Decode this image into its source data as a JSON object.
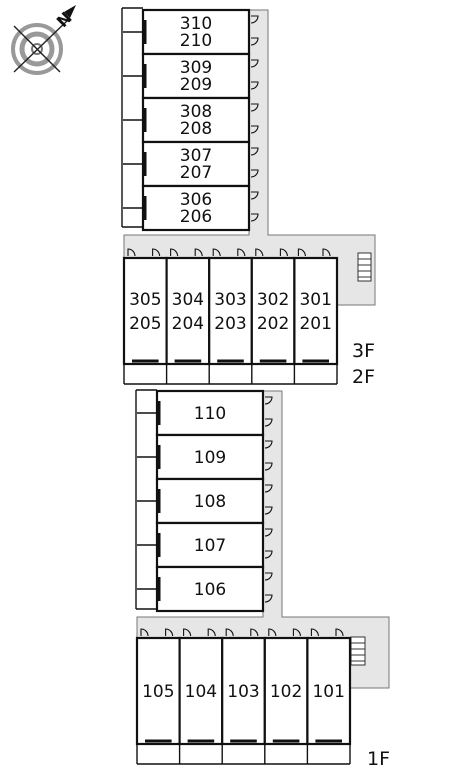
{
  "compass": {
    "north_letter": "N",
    "icon": "compass-rose-icon"
  },
  "floor_labels": {
    "upper": [
      "3F",
      "2F"
    ],
    "lower": [
      "1F"
    ]
  },
  "upper_block": {
    "column_units": [
      [
        "310",
        "210"
      ],
      [
        "309",
        "209"
      ],
      [
        "308",
        "208"
      ],
      [
        "307",
        "207"
      ],
      [
        "306",
        "206"
      ]
    ],
    "row_units": [
      [
        "305",
        "205"
      ],
      [
        "304",
        "204"
      ],
      [
        "303",
        "203"
      ],
      [
        "302",
        "202"
      ],
      [
        "301",
        "201"
      ]
    ]
  },
  "lower_block": {
    "column_units": [
      "110",
      "109",
      "108",
      "107",
      "106"
    ],
    "row_units": [
      "105",
      "104",
      "103",
      "102",
      "101"
    ]
  },
  "colors": {
    "corridor": "#e6e6e6",
    "walls": "#111111"
  }
}
